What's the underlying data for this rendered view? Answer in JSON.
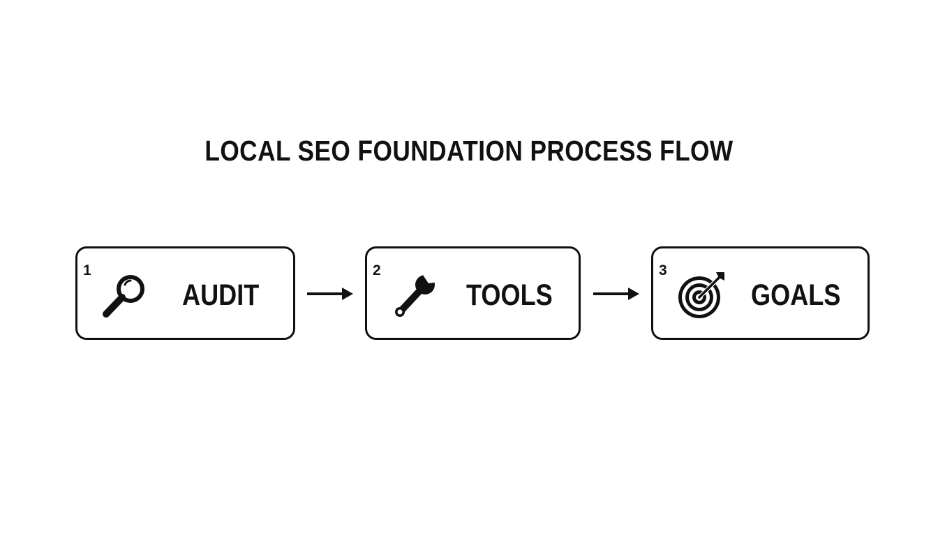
{
  "title": "LOCAL SEO FOUNDATION PROCESS FLOW",
  "steps": [
    {
      "number": "1",
      "label": "AUDIT",
      "icon": "magnifying-glass-icon"
    },
    {
      "number": "2",
      "label": "TOOLS",
      "icon": "wrench-icon"
    },
    {
      "number": "3",
      "label": "GOALS",
      "icon": "target-icon"
    }
  ],
  "colors": {
    "ink": "#111111",
    "background": "#ffffff"
  }
}
